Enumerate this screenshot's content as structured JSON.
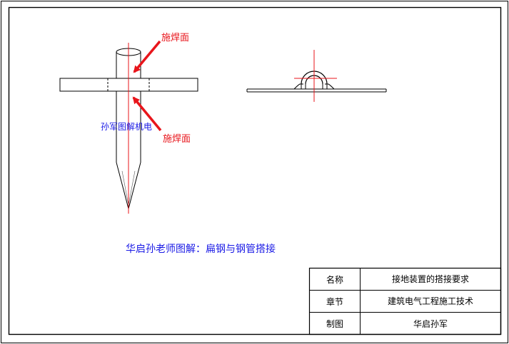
{
  "labels": {
    "weld_top": "施焊面",
    "weld_bottom": "施焊面",
    "watermark": "孙军图解机电",
    "caption": "华启孙老师图解：扁钢与钢管搭接"
  },
  "title_block": {
    "rows": [
      {
        "key": "名称",
        "value": "接地装置的搭接要求"
      },
      {
        "key": "章节",
        "value": "建筑电气工程施工技术"
      },
      {
        "key": "制图",
        "value": "华启孙军"
      }
    ]
  },
  "colors": {
    "annotation": "#e8151b",
    "centerline": "#e8151b",
    "text_blue": "#1a1ae6",
    "outline": "#000000"
  }
}
